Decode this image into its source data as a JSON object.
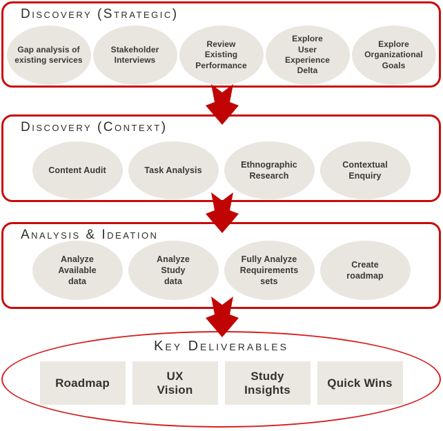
{
  "colors": {
    "panel_border_red": "#c90b0b",
    "arrow_red": "#c00404",
    "ellipse_fill": "#e8e6df",
    "deliverable_box_fill": "#eae8e1",
    "title_text": "#2d2c29",
    "label_text": "#3a3834",
    "deliverables_outline_red": "#d41f1f",
    "background": "#ffffff"
  },
  "icons": {
    "flow_arrow": "down-arrow"
  },
  "sections": [
    {
      "title": "Discovery (Strategic)",
      "items": [
        "Gap analysis of\nexisting services",
        "Stakeholder\nInterviews",
        "Review\nExisting\nPerformance",
        "Explore\nUser\nExperience\nDelta",
        "Explore\nOrganizational\nGoals"
      ]
    },
    {
      "title": "Discovery (Context)",
      "items": [
        "Content Audit",
        "Task Analysis",
        "Ethnographic\nResearch",
        "Contextual\nEnquiry"
      ]
    },
    {
      "title": "Analysis & Ideation",
      "items": [
        "Analyze\nAvailable\ndata",
        "Analyze\nStudy\ndata",
        "Fully Analyze\nRequirements\nsets",
        "Create\nroadmap"
      ]
    }
  ],
  "deliverables": {
    "title": "Key Deliverables",
    "items": [
      "Roadmap",
      "UX\nVision",
      "Study\nInsights",
      "Quick Wins"
    ]
  }
}
